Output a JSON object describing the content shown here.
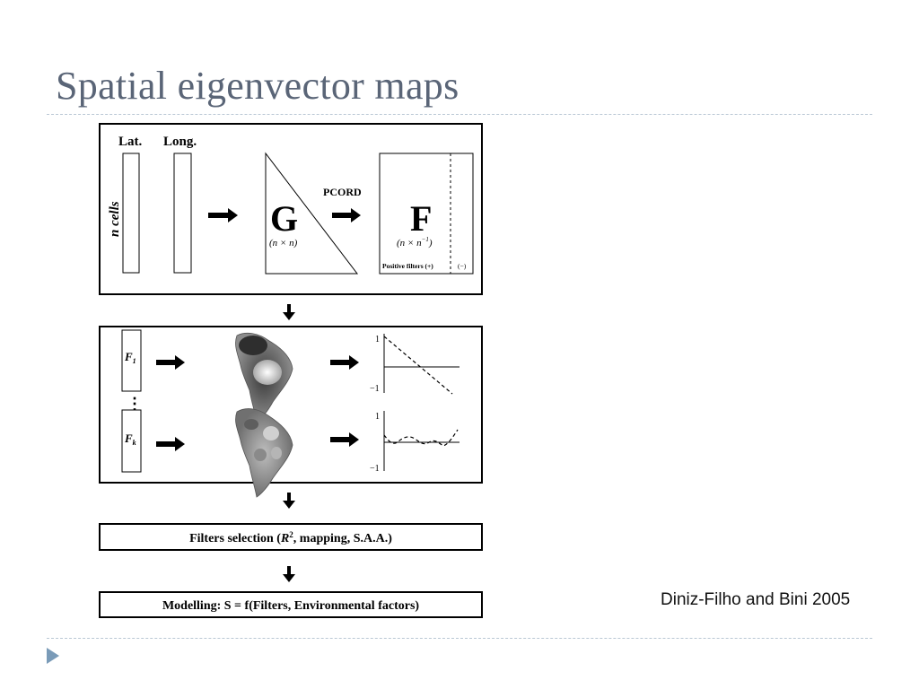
{
  "slide": {
    "title": "Spatial eigenvector maps",
    "citation": "Diniz-Filho and Bini 2005"
  },
  "colors": {
    "title": "#5a6577",
    "rule": "#b9c7d4",
    "nav_arrow": "#7a9bb8"
  },
  "diagram": {
    "step1": {
      "lat_label": "Lat.",
      "long_label": "Long.",
      "n_cells_label": "n cells",
      "g_label": "G",
      "g_dim": "(n × n)",
      "pcord_label": "PCORD",
      "f_label": "F",
      "f_dim": "(n × n",
      "f_dim_exp": "−1",
      "f_dim_close": ")",
      "positive_filters": "Positive filters (+)",
      "negative_filters": "(−)"
    },
    "step2": {
      "f1_label": "F",
      "f1_sub": "1",
      "fk_label": "F",
      "fk_sub": "k",
      "ellipsis": "⋮",
      "plot1_top": "1",
      "plot1_bottom": "−1",
      "plot2_top": "1",
      "plot2_bottom": "−1"
    },
    "step3": {
      "pre": "Filters selection (",
      "r": "R",
      "sup": "2",
      "post": ", mapping, S.A.A.)"
    },
    "step4": {
      "text": "Modelling: S = f(Filters, Environmental factors)"
    }
  }
}
